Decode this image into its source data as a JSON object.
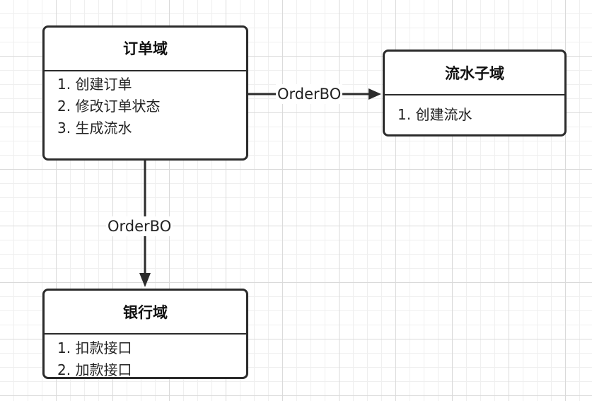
{
  "diagram": {
    "boxes": [
      {
        "title": "订单域",
        "items": [
          "1. 创建订单",
          "2. 修改订单状态",
          "3. 生成流水"
        ]
      },
      {
        "title": "流水子域",
        "items": [
          "1. 创建流水"
        ]
      },
      {
        "title": "银行域",
        "items": [
          "1. 扣款接口",
          "2. 加款接口"
        ]
      }
    ],
    "edges": [
      {
        "from": "订单域",
        "to": "流水子域",
        "label": "OrderBO"
      },
      {
        "from": "订单域",
        "to": "银行域",
        "label": "OrderBO"
      }
    ],
    "colors": {
      "line": "#2b2b2b",
      "grid": "#dadada",
      "background": "#ffffff"
    }
  }
}
